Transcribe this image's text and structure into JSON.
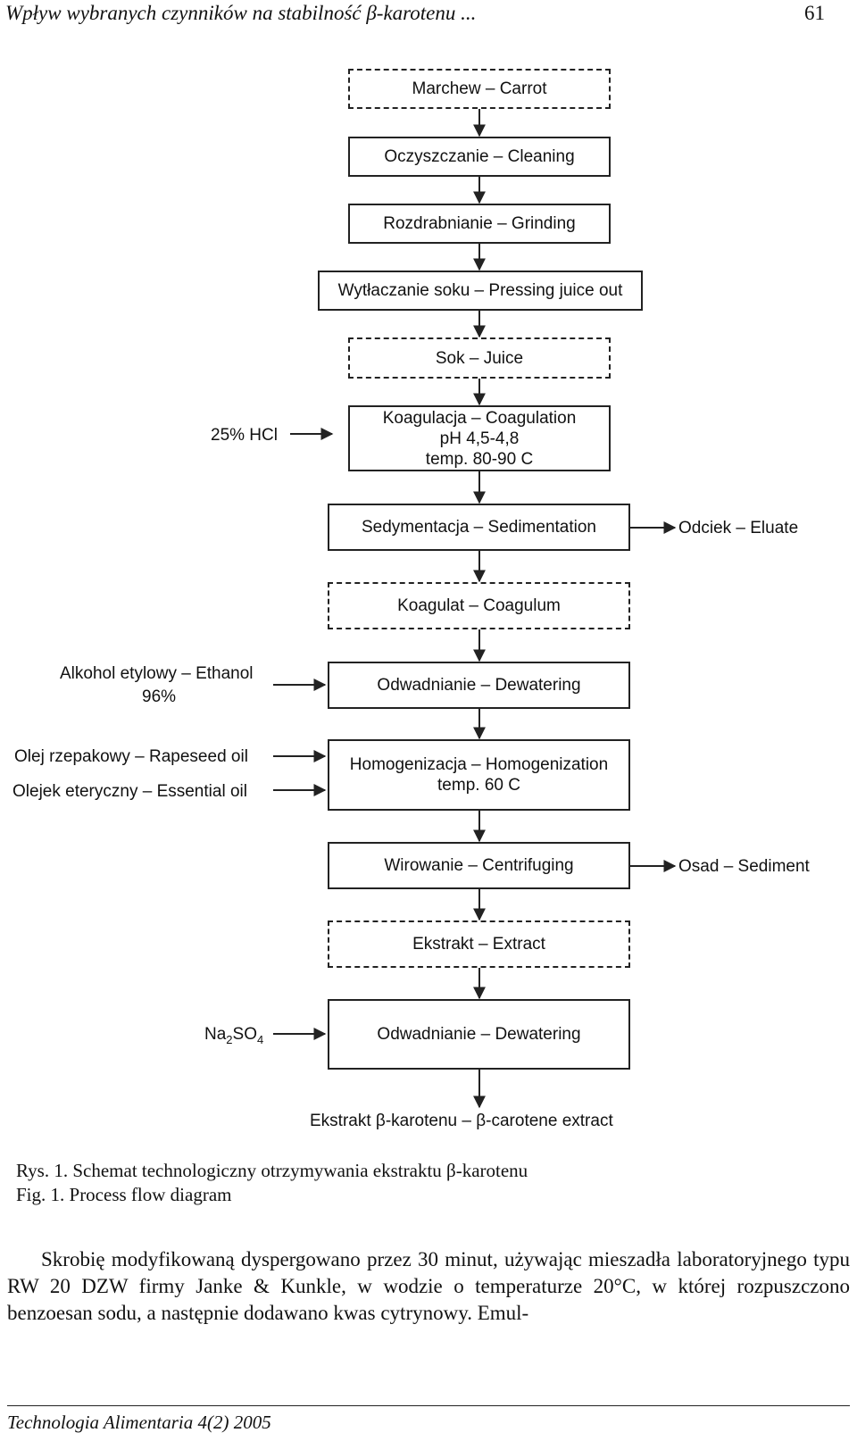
{
  "page": {
    "header_title": "Wpływ wybranych czynników na stabilność β-karotenu ...",
    "page_number": "61",
    "footer": "Technologia Alimentaria 4(2) 2005"
  },
  "diagram": {
    "steps": {
      "carrot": "Marchew – Carrot",
      "cleaning": "Oczyszczanie – Cleaning",
      "grinding": "Rozdrabnianie – Grinding",
      "pressing": "Wytłaczanie soku – Pressing juice out",
      "juice": "Sok – Juice",
      "coagulation_line1": "Koagulacja – Coagulation",
      "coagulation_line2": "pH 4,5-4,8",
      "coagulation_line3": "temp. 80-90 C",
      "sedimentation": "Sedymentacja – Sedimentation",
      "coagulum": "Koagulat – Coagulum",
      "dewatering1": "Odwadnianie – Dewatering",
      "homogenization_line1": "Homogenizacja – Homogenization",
      "homogenization_line2": "temp. 60 C",
      "centrifuging": "Wirowanie – Centrifuging",
      "extract": "Ekstrakt – Extract",
      "dewatering2": "Odwadnianie – Dewatering",
      "final": "Ekstrakt β-karotenu – β-carotene extract"
    },
    "inputs": {
      "hcl": "25% HCl",
      "ethanol_line1": "Alkohol etylowy – Ethanol",
      "ethanol_line2": "96%",
      "rapeseed": "Olej rzepakowy – Rapeseed oil",
      "essential": "Olejek eteryczny – Essential oil",
      "na2so4_pre": "Na",
      "na2so4_sub1": "2",
      "na2so4_mid": "SO",
      "na2so4_sub2": "4"
    },
    "outputs": {
      "eluate": "Odciek – Eluate",
      "sediment": "Osad – Sediment"
    }
  },
  "captions": {
    "pl": "Rys. 1. Schemat technologiczny otrzymywania ekstraktu β-karotenu",
    "en": "Fig. 1. Process flow diagram"
  },
  "paragraph": "Skrobię modyfikowaną dyspergowano przez 30 minut, używając mieszadła laboratoryjnego typu RW 20 DZW firmy Janke & Kunkle, w wodzie o temperaturze 20°C, w której rozpuszczono benzoesan sodu, a następnie dodawano kwas cytrynowy. Emul-"
}
